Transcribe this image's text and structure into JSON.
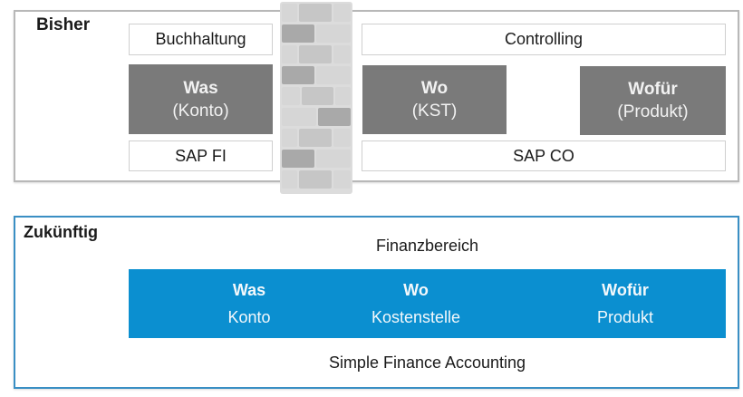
{
  "bisher": {
    "title": "Bisher",
    "left": {
      "header": "Buchhaltung",
      "dim": {
        "title": "Was",
        "sub": "(Konto)"
      },
      "system": "SAP FI"
    },
    "right": {
      "header": "Controlling",
      "dims": [
        {
          "title": "Wo",
          "sub": "(KST)"
        },
        {
          "title": "Wofür",
          "sub": "(Produkt)"
        }
      ],
      "system": "SAP CO"
    },
    "separator_icon": "brick-wall-icon"
  },
  "zukuenftig": {
    "title": "Zukünftig",
    "header": "Finanzbereich",
    "dims": [
      {
        "title": "Was",
        "sub": "Konto"
      },
      {
        "title": "Wo",
        "sub": "Kostenstelle"
      },
      {
        "title": "Wofür",
        "sub": "Produkt"
      }
    ],
    "system": "Simple Finance Accounting"
  },
  "colors": {
    "dark_box": "#7a7a7a",
    "blue_bar": "#0b8fd0",
    "blue_frame": "#3a8fc4",
    "gray_frame": "#b8b8b8"
  }
}
